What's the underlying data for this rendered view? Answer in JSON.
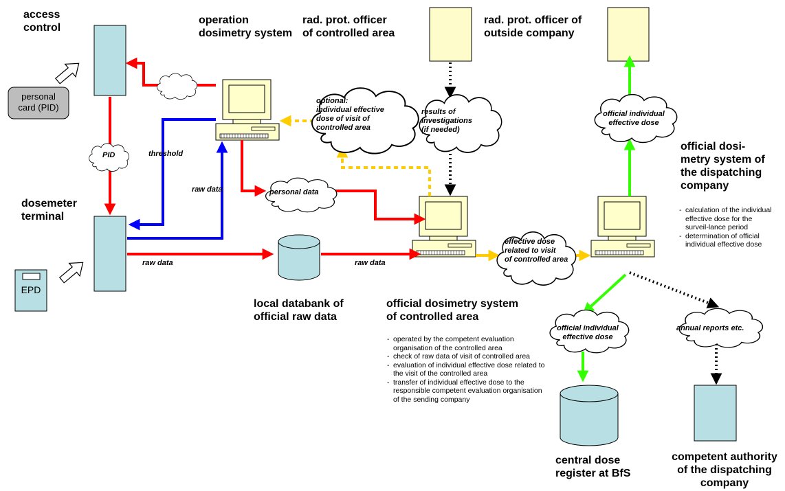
{
  "titles": {
    "access_control": [
      "access",
      "control"
    ],
    "operation_dosimetry": [
      "operation",
      "dosimetry system"
    ],
    "rpo_controlled": [
      "rad. prot. officer",
      "of controlled area"
    ],
    "rpo_outside": [
      "rad. prot. officer of",
      "outside company"
    ],
    "dosimetry_dispatching": [
      "official dosi-",
      "metry system of",
      "the dispatching",
      "company"
    ],
    "dosemeter_terminal": [
      "dosemeter",
      "terminal"
    ],
    "local_databank": [
      "local databank of",
      "official raw data"
    ],
    "official_controlled": [
      "official dosimetry system",
      "of controlled area"
    ],
    "central_register": [
      "central dose",
      "register at BfS"
    ],
    "competent_authority": [
      "competent authority",
      "of the dispatching",
      "company"
    ]
  },
  "boxes": {
    "personal_card": [
      "personal",
      "card (PID)"
    ],
    "epd": "EPD"
  },
  "labels": {
    "pid": "PID",
    "threshold": "threshold",
    "raw_data_up": "raw data",
    "raw_data_left": "raw data",
    "raw_data_mid": "raw data",
    "optional": [
      "optional:",
      "individual effective",
      "dose of visit of",
      "controlled area"
    ],
    "results": [
      "results of",
      "investigations",
      "(if needed)"
    ],
    "personal_data": "personal data",
    "effective_visit": [
      "effective dose",
      "related to visit",
      "of controlled area"
    ],
    "official_dose_top": [
      "official individual",
      "effective dose"
    ],
    "official_dose_bottom": [
      "official individual",
      "effective dose"
    ],
    "annual_reports": "annual reports etc."
  },
  "notes": {
    "dispatching": [
      "calculation of the individual effective dose for the surveil-lance period",
      "determination of official individual effective dose"
    ],
    "controlled": [
      "operated by the competent evaluation organisation of the controlled area",
      "check of raw data of visit of controlled area",
      "evaluation of individual effective dose related to the visit of the controlled area",
      "transfer of individual effective dose to the responsible competent evaluation organisation of the sending company"
    ]
  },
  "colors": {
    "red": "#ff0000",
    "blue": "#0000ff",
    "green": "#33ff00",
    "yellow": "#ffcc00",
    "black": "#000000",
    "teal_box": "#b8e0e4",
    "cream_box": "#fffccc",
    "gray_box": "#bdbdbd",
    "computer_body": "#ffffcc"
  },
  "icons": [
    "computer-icon",
    "cloud-icon",
    "database-cylinder-icon",
    "hollow-arrow-icon"
  ]
}
